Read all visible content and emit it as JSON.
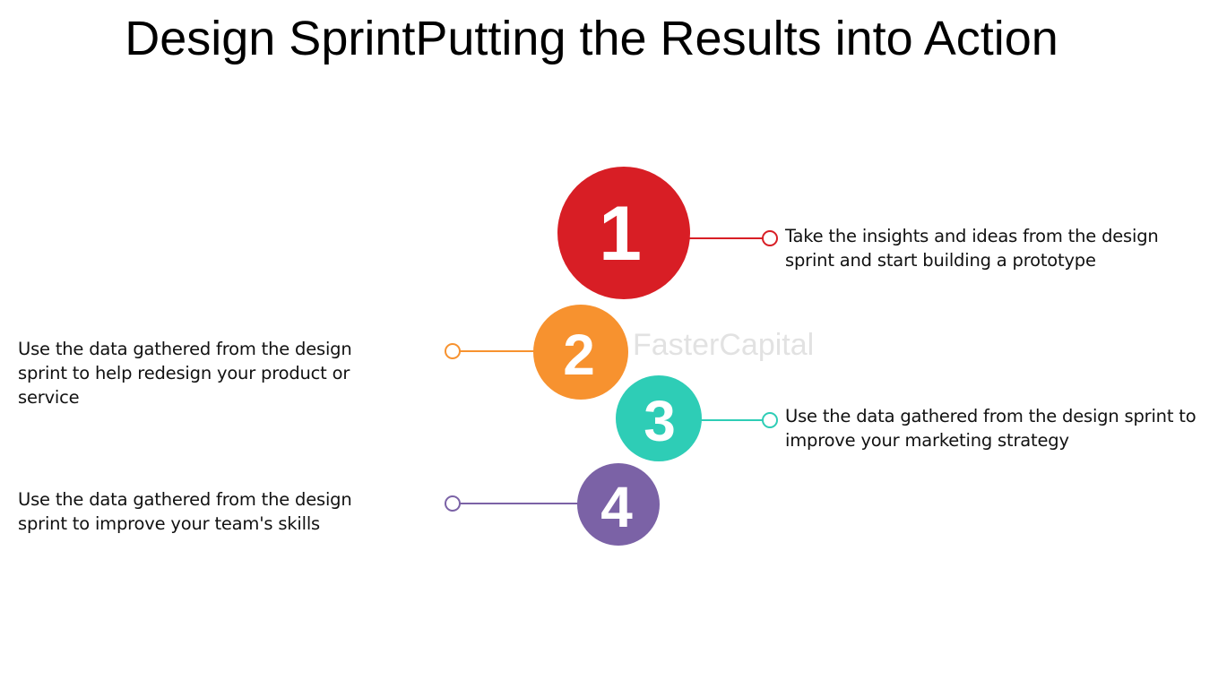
{
  "title": "Design SprintPutting the Results into Action",
  "watermark": "FasterCapital",
  "colors": {
    "step1": "#d81e25",
    "step2": "#f7922f",
    "step3": "#2ecdb6",
    "step4": "#7b62a6"
  },
  "steps": [
    {
      "number": "1",
      "text": "Take the insights and ideas from the design sprint and start building a prototype"
    },
    {
      "number": "2",
      "text": "Use the data gathered from the design sprint to help redesign your product or service"
    },
    {
      "number": "3",
      "text": "Use the data gathered from the design sprint to improve your marketing strategy"
    },
    {
      "number": "4",
      "text": "Use the data gathered from the design sprint to improve your team's skills"
    }
  ]
}
